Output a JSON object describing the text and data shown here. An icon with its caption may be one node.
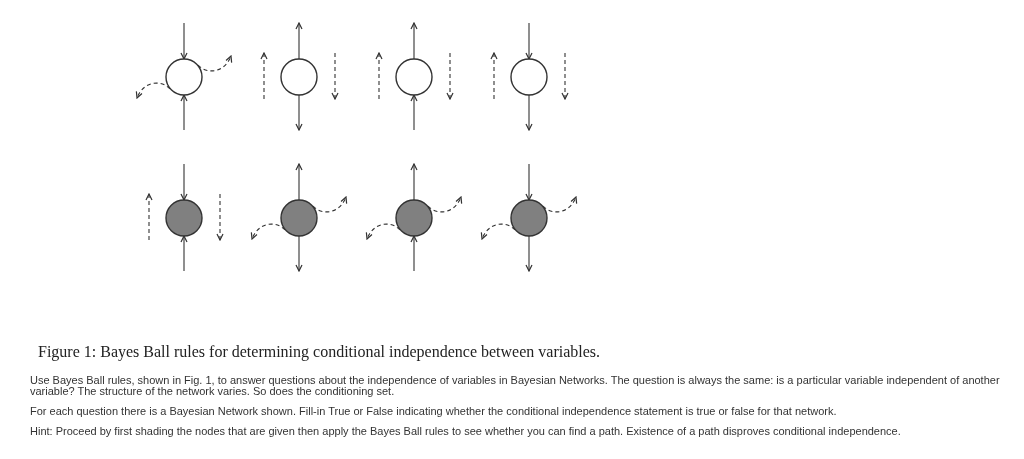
{
  "diagram": {
    "caption": "Figure 1: Bayes Ball rules for determining conditional independence between variables.",
    "nodes": [
      {
        "text": [],
        "shape": "circle"
      },
      {
        "text": [],
        "shape": "circle"
      },
      {
        "text": [],
        "shape": "circle"
      },
      {
        "text": [],
        "shape": "circle"
      },
      {
        "text": [],
        "shape": "circle"
      },
      {
        "text": [],
        "shape": "circle"
      },
      {
        "text": [],
        "shape": "circle"
      },
      {
        "text": [],
        "shape": "circle"
      }
    ],
    "edges": [
      {
        "from": null,
        "to": 0,
        "arrow": "to"
      },
      {
        "from": null,
        "to": 0,
        "arrow": "to"
      },
      {
        "from": 0,
        "to": null,
        "arrow": "to",
        "style": "dashed"
      },
      {
        "from": 0,
        "to": null,
        "arrow": "to",
        "style": "dashed"
      },
      {
        "from": 1,
        "to": null,
        "arrow": "to"
      },
      {
        "from": 1,
        "to": null,
        "arrow": "to"
      },
      {
        "from": 2,
        "to": null,
        "arrow": "to"
      },
      {
        "from": null,
        "to": 2,
        "arrow": "to"
      },
      {
        "from": null,
        "to": 3,
        "arrow": "to"
      },
      {
        "from": 3,
        "to": null,
        "arrow": "to"
      },
      {
        "from": null,
        "to": 4,
        "arrow": "to"
      },
      {
        "from": null,
        "to": 4,
        "arrow": "to"
      },
      {
        "from": 5,
        "to": null,
        "arrow": "to"
      },
      {
        "from": 5,
        "to": null,
        "arrow": "to"
      },
      {
        "from": 5,
        "to": null,
        "arrow": "to",
        "style": "dashed"
      },
      {
        "from": 5,
        "to": null,
        "arrow": "to",
        "style": "dashed"
      },
      {
        "from": 6,
        "to": null,
        "arrow": "to"
      },
      {
        "from": null,
        "to": 6,
        "arrow": "to"
      },
      {
        "from": 6,
        "to": null,
        "arrow": "to",
        "style": "dashed"
      },
      {
        "from": 6,
        "to": null,
        "arrow": "to",
        "style": "dashed"
      },
      {
        "from": null,
        "to": 7,
        "arrow": "to"
      },
      {
        "from": 7,
        "to": null,
        "arrow": "to"
      },
      {
        "from": 7,
        "to": null,
        "arrow": "to",
        "style": "dashed"
      },
      {
        "from": 7,
        "to": null,
        "arrow": "to",
        "style": "dashed"
      }
    ],
    "labels": [
      "Use Bayes Ball rules, shown in Fig. 1, to answer questions about the independence of variables in Bayesian Networks. The question is always the same: is a particular variable independent of another variable? The structure of the network varies. So does the conditioning set.",
      "For each question there is a Bayesian Network shown. Fill-in True or False indicating whether the conditional independence statement is true or false for that network.",
      "Hint: Proceed by first shading the nodes that are given then apply the Bayes Ball rules to see whether you can find a path. Existence of a path disproves conditional independence."
    ]
  }
}
